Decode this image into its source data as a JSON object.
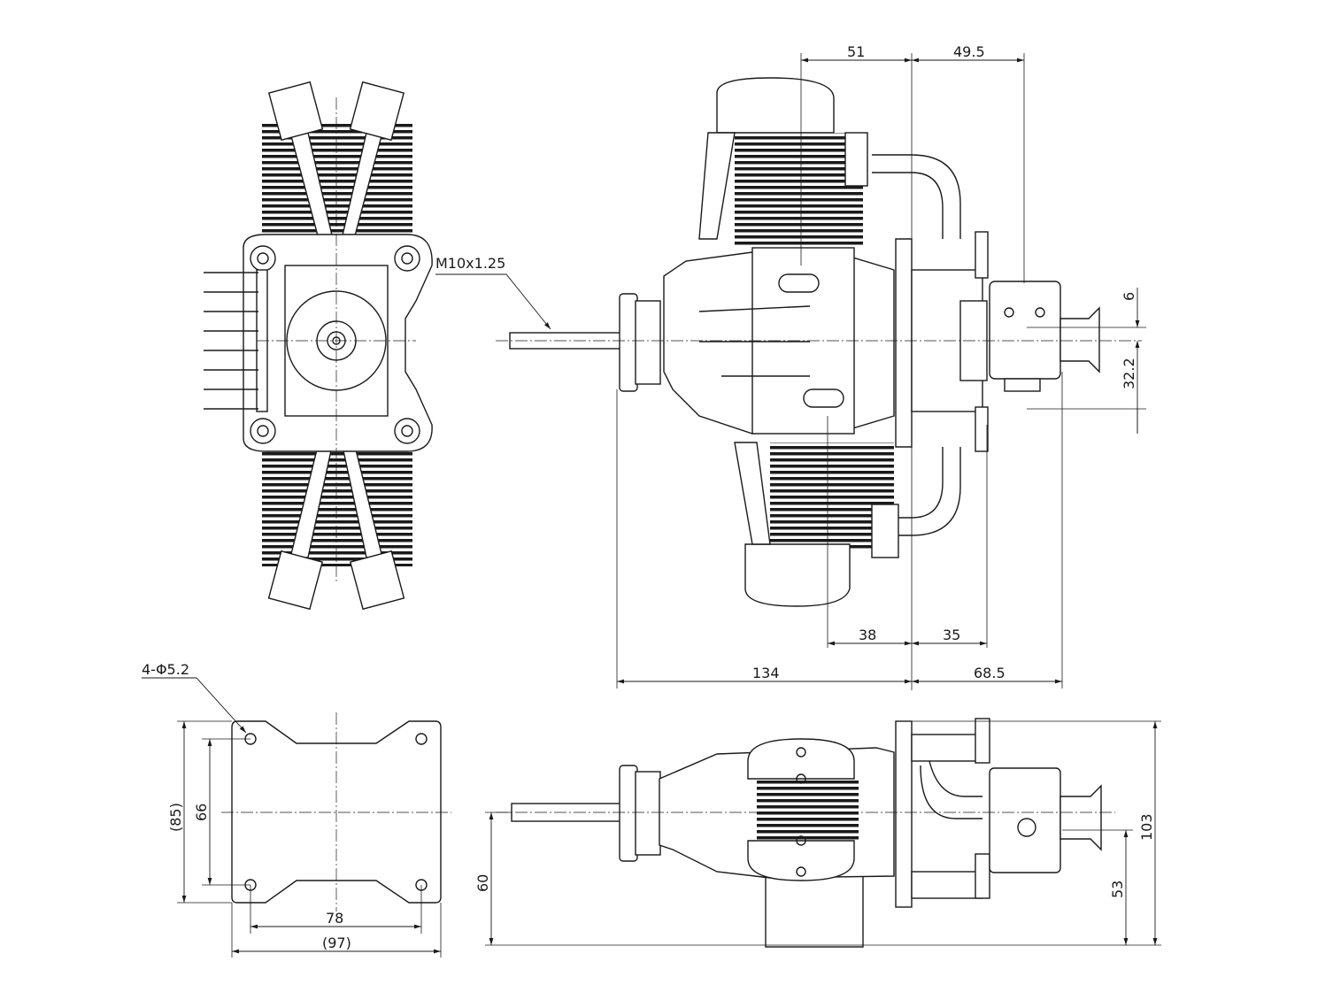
{
  "drawing": {
    "type": "engine dimension drawing",
    "front_view": {
      "thread_label": "M10x1.25"
    },
    "side_view": {
      "dims": {
        "d51": "51",
        "d49_5": "49.5",
        "d6": "6",
        "d32_2": "32.2",
        "d38": "38",
        "d35": "35",
        "d134": "134",
        "d68_5": "68.5"
      }
    },
    "mount_plate": {
      "holes_label": "4-Φ5.2",
      "dims": {
        "d85": "(85)",
        "d66": "66",
        "d78": "78",
        "d97": "(97)"
      }
    },
    "top_view": {
      "dims": {
        "d60": "60",
        "d53": "53",
        "d103": "103"
      }
    }
  }
}
